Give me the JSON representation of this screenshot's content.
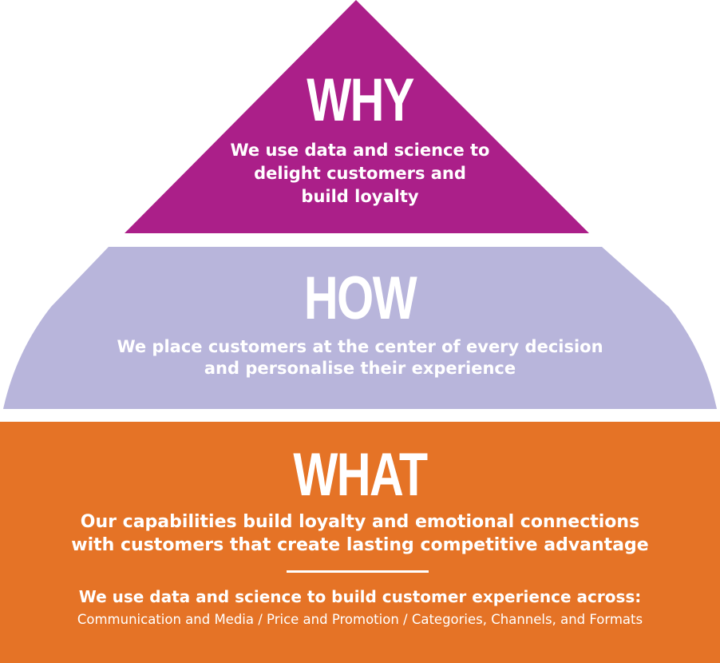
{
  "colors": {
    "why": "#ab1f89",
    "how": "#b8b5db",
    "what": "#e57326",
    "text": "#ffffff"
  },
  "tiers": {
    "why": {
      "heading": "WHY",
      "description": [
        "We use data and science to",
        "delight customers and",
        "build loyalty"
      ]
    },
    "how": {
      "heading": "HOW",
      "description": [
        "We place customers at the center of every decision",
        "and personalise their experience"
      ]
    },
    "what": {
      "heading": "WHAT",
      "description": [
        "Our capabilities build loyalty and emotional connections",
        "with customers that create lasting competitive advantage"
      ],
      "sub_heading": "We use data and science to build customer experience across:",
      "sub_list": "Communication and Media / Price and Promotion / Categories, Channels, and Formats"
    }
  }
}
